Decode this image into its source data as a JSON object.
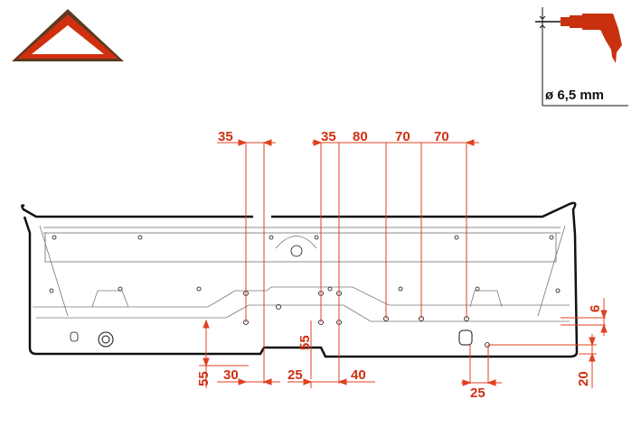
{
  "colors": {
    "accent": "#d03010",
    "warning_fill": "#d03010",
    "outline": "#111111"
  },
  "icons": {
    "warning": "warning-triangle-icon",
    "drill": "drill-icon"
  },
  "drill": {
    "diameter_label": "ø 6,5 mm"
  },
  "dimensions": {
    "top": [
      "35",
      "35",
      "80",
      "70",
      "70"
    ],
    "bottom_left_vertical": "55",
    "bottom_30": "30",
    "bottom_25": "25",
    "bottom_40": "40",
    "center_vertical": "55",
    "right_25": "25",
    "right_20": "20",
    "right_6": "6"
  }
}
